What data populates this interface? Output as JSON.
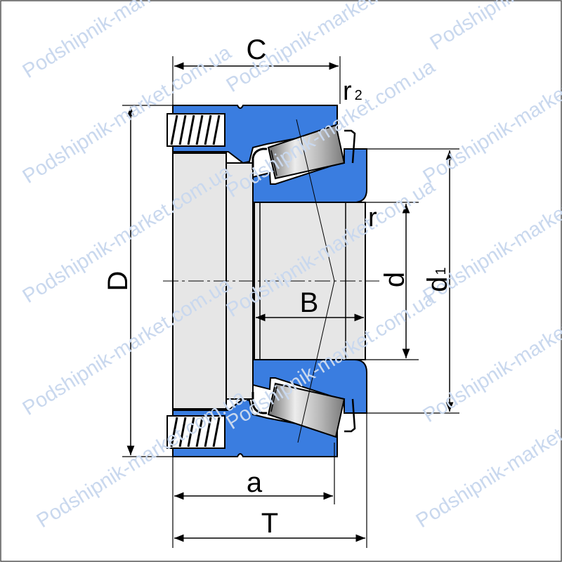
{
  "labels": {
    "C": "C",
    "r2_base": "r",
    "r2_sub": "2",
    "r": "r",
    "D": "D",
    "B": "B",
    "d": "d",
    "d1_base": "d",
    "d1_sub": "1",
    "a": "a",
    "T": "T"
  },
  "watermark": "Podshipnik-market.com.ua",
  "colors": {
    "ring_blue": "#3a7de0",
    "roller_gray": "#a8a8a8",
    "bore_gray": "#e6e6e6",
    "outline": "#000000"
  }
}
